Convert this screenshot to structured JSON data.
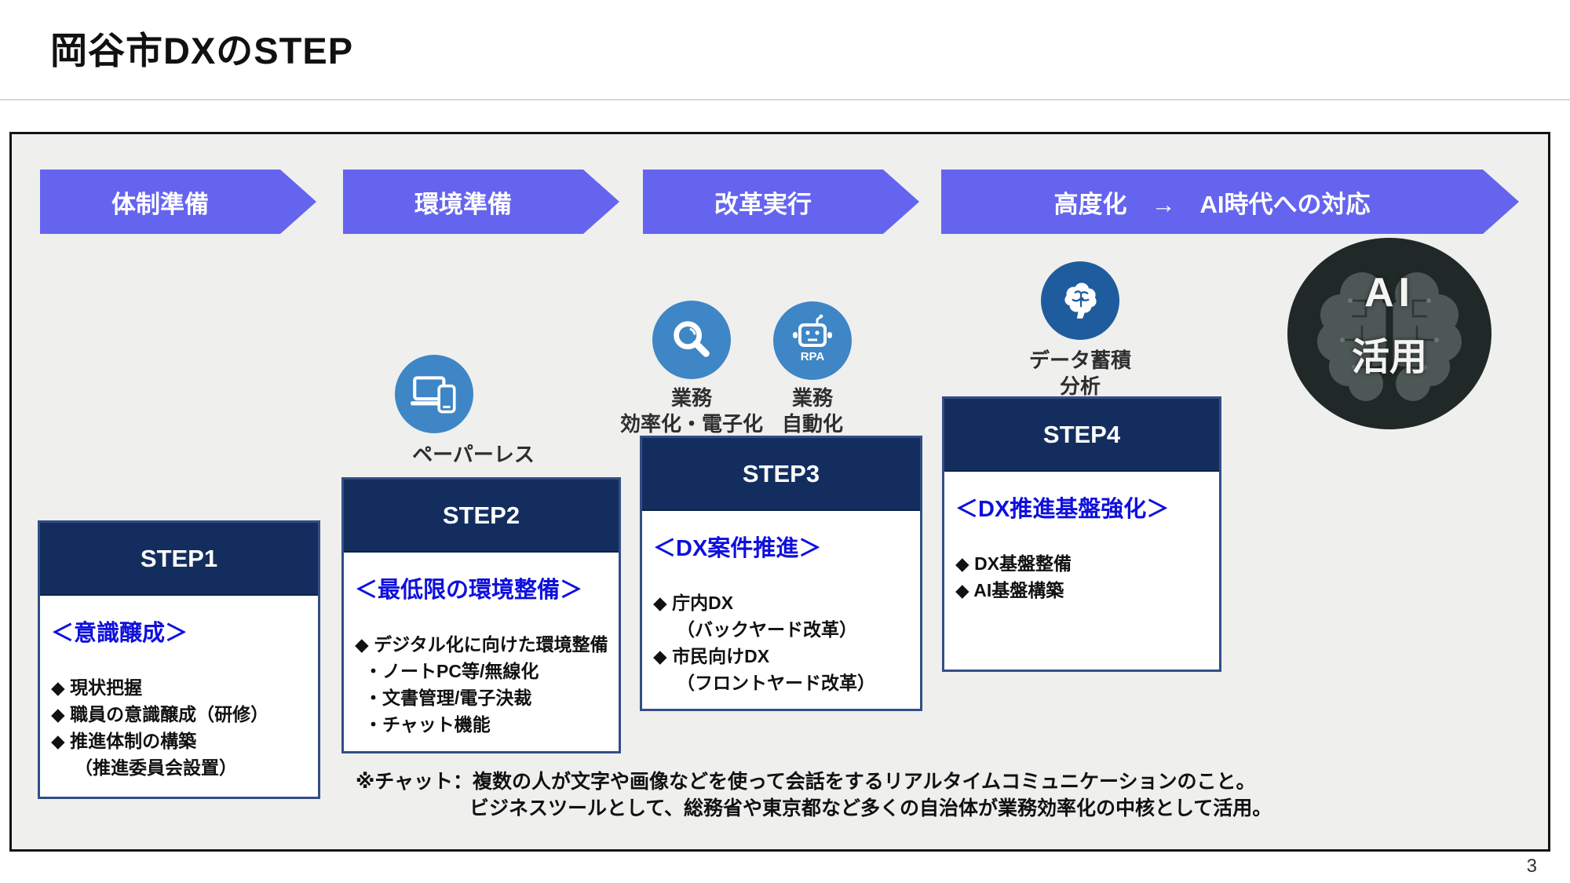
{
  "page": {
    "title": "岡谷市DXのSTEP",
    "page_number": "3"
  },
  "arrows": [
    {
      "label": "体制準備"
    },
    {
      "label": "環境準備"
    },
    {
      "label": "改革実行"
    },
    {
      "label": "高度化　→　AI時代への対応"
    }
  ],
  "icons": {
    "paperless": {
      "label": "ペーパーレス"
    },
    "efficiency": {
      "line1": "業務",
      "line2": "効率化・電子化"
    },
    "rpa": {
      "badge": "RPA",
      "line1": "業務",
      "line2": "自動化"
    },
    "data_analysis": {
      "line1": "データ蓄積",
      "line2": "分析"
    },
    "ai_circle": {
      "line1": "AI",
      "line2": "活用"
    }
  },
  "steps": [
    {
      "title": "STEP1",
      "heading": "＜意識醸成＞",
      "items": [
        "◆ 現状把握",
        "◆ 職員の意識醸成（研修）",
        "◆ 推進体制の構築",
        "（推進委員会設置）"
      ]
    },
    {
      "title": "STEP2",
      "heading": "＜最低限の環境整備＞",
      "items": [
        "◆ デジタル化に向けた環境整備",
        "・ノートPC等/無線化",
        "・文書管理/電子決裁",
        "・チャット機能"
      ]
    },
    {
      "title": "STEP3",
      "heading": "＜DX案件推進＞",
      "items": [
        "◆ 庁内DX",
        "（バックヤード改革）",
        "◆ 市民向けDX",
        "（フロントヤード改革）"
      ]
    },
    {
      "title": "STEP4",
      "heading": "＜DX推進基盤強化＞",
      "items": [
        "◆ DX基盤整備",
        "◆ AI基盤構築"
      ]
    }
  ],
  "footnote": {
    "line1": "※チャット：複数の人が文字や画像などを使って会話をするリアルタイムコミュニケーションのこと。",
    "line2": "ビジネスツールとして、総務省や東京都など多くの自治体が業務効率化の中核として活用。"
  },
  "colors": {
    "arrow_purple": "#6564ef",
    "step_header_navy": "#132e5e",
    "step_border_blue": "#334e86",
    "heading_blue": "#0f10dc",
    "icon_blue": "#3e86c5",
    "icon_dark_blue": "#1e5c9e",
    "panel_background": "#efefee"
  }
}
